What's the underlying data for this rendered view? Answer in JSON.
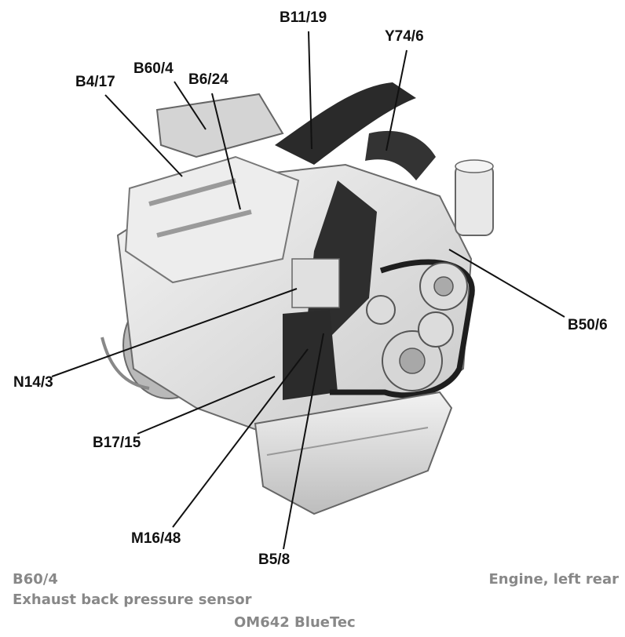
{
  "diagram": {
    "callouts": [
      {
        "id": "B11/19"
      },
      {
        "id": "Y74/6"
      },
      {
        "id": "B60/4"
      },
      {
        "id": "B4/17"
      },
      {
        "id": "B6/24"
      },
      {
        "id": "B50/6"
      },
      {
        "id": "N14/3"
      },
      {
        "id": "B17/15"
      },
      {
        "id": "M16/48"
      },
      {
        "id": "B5/8"
      }
    ]
  },
  "caption": {
    "component_code": "B60/4",
    "component_name": "Exhaust back pressure sensor",
    "view": "Engine, left rear",
    "model": "OM642 BlueTec"
  },
  "colors": {
    "labels": "#111111",
    "caption": "#888888",
    "engine_body": "#e6e6e6",
    "engine_dark": "#2a2a2a"
  },
  "icons": [
    "engine-illustration"
  ]
}
